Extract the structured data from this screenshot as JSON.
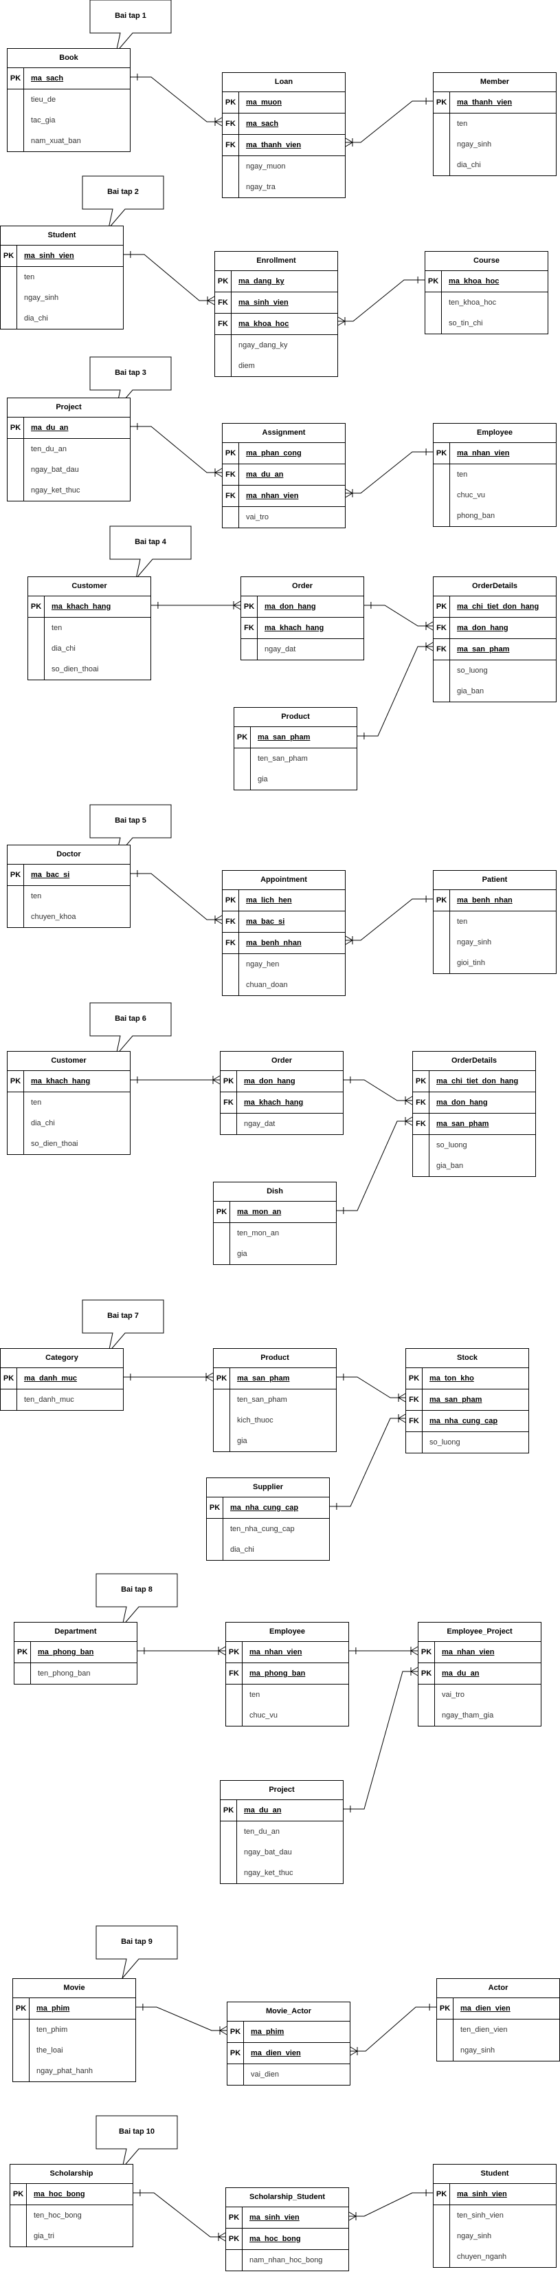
{
  "exercises": [
    {
      "label": "Bai tap 1",
      "tables": [
        {
          "name": "Book",
          "fields": [
            {
              "key": "PK",
              "name": "ma_sach"
            },
            {
              "key": "",
              "name": "tieu_de"
            },
            {
              "key": "",
              "name": "tac_gia"
            },
            {
              "key": "",
              "name": "nam_xuat_ban"
            }
          ]
        },
        {
          "name": "Loan",
          "fields": [
            {
              "key": "PK",
              "name": "ma_muon"
            },
            {
              "key": "FK",
              "name": "ma_sach"
            },
            {
              "key": "FK",
              "name": "ma_thanh_vien"
            },
            {
              "key": "",
              "name": "ngay_muon"
            },
            {
              "key": "",
              "name": "ngay_tra"
            }
          ]
        },
        {
          "name": "Member",
          "fields": [
            {
              "key": "PK",
              "name": "ma_thanh_vien"
            },
            {
              "key": "",
              "name": "ten"
            },
            {
              "key": "",
              "name": "ngay_sinh"
            },
            {
              "key": "",
              "name": "dia_chi"
            }
          ]
        }
      ]
    },
    {
      "label": "Bai tap 2",
      "tables": [
        {
          "name": "Student",
          "fields": [
            {
              "key": "PK",
              "name": "ma_sinh_vien"
            },
            {
              "key": "",
              "name": "ten"
            },
            {
              "key": "",
              "name": "ngay_sinh"
            },
            {
              "key": "",
              "name": "dia_chi"
            }
          ]
        },
        {
          "name": "Enrollment",
          "fields": [
            {
              "key": "PK",
              "name": "ma_dang_ky"
            },
            {
              "key": "FK",
              "name": "ma_sinh_vien"
            },
            {
              "key": "FK",
              "name": "ma_khoa_hoc"
            },
            {
              "key": "",
              "name": "ngay_dang_ky"
            },
            {
              "key": "",
              "name": "diem"
            }
          ]
        },
        {
          "name": "Course",
          "fields": [
            {
              "key": "PK",
              "name": "ma_khoa_hoc"
            },
            {
              "key": "",
              "name": "ten_khoa_hoc"
            },
            {
              "key": "",
              "name": "so_tin_chi"
            }
          ]
        }
      ]
    },
    {
      "label": "Bai tap 3",
      "tables": [
        {
          "name": "Project",
          "fields": [
            {
              "key": "PK",
              "name": "ma_du_an"
            },
            {
              "key": "",
              "name": "ten_du_an"
            },
            {
              "key": "",
              "name": "ngay_bat_dau"
            },
            {
              "key": "",
              "name": "ngay_ket_thuc"
            }
          ]
        },
        {
          "name": "Assignment",
          "fields": [
            {
              "key": "PK",
              "name": "ma_phan_cong"
            },
            {
              "key": "FK",
              "name": "ma_du_an"
            },
            {
              "key": "FK",
              "name": "ma_nhan_vien"
            },
            {
              "key": "",
              "name": "vai_tro"
            }
          ]
        },
        {
          "name": "Employee",
          "fields": [
            {
              "key": "PK",
              "name": "ma_nhan_vien"
            },
            {
              "key": "",
              "name": "ten"
            },
            {
              "key": "",
              "name": "chuc_vu"
            },
            {
              "key": "",
              "name": "phong_ban"
            }
          ]
        }
      ]
    },
    {
      "label": "Bai tap 4",
      "tables": [
        {
          "name": "Customer",
          "fields": [
            {
              "key": "PK",
              "name": "ma_khach_hang"
            },
            {
              "key": "",
              "name": "ten"
            },
            {
              "key": "",
              "name": "dia_chi"
            },
            {
              "key": "",
              "name": "so_dien_thoai"
            }
          ]
        },
        {
          "name": "Order",
          "fields": [
            {
              "key": "PK",
              "name": "ma_don_hang"
            },
            {
              "key": "FK",
              "name": "ma_khach_hang"
            },
            {
              "key": "",
              "name": "ngay_dat"
            }
          ]
        },
        {
          "name": "OrderDetails",
          "fields": [
            {
              "key": "PK",
              "name": "ma_chi_tiet_don_hang"
            },
            {
              "key": "FK",
              "name": "ma_don_hang"
            },
            {
              "key": "FK",
              "name": "ma_san_pham"
            },
            {
              "key": "",
              "name": "so_luong"
            },
            {
              "key": "",
              "name": "gia_ban"
            }
          ]
        },
        {
          "name": "Product",
          "fields": [
            {
              "key": "PK",
              "name": "ma_san_pham"
            },
            {
              "key": "",
              "name": "ten_san_pham"
            },
            {
              "key": "",
              "name": "gia"
            }
          ]
        }
      ]
    },
    {
      "label": "Bai tap 5",
      "tables": [
        {
          "name": "Doctor",
          "fields": [
            {
              "key": "PK",
              "name": "ma_bac_si"
            },
            {
              "key": "",
              "name": "ten"
            },
            {
              "key": "",
              "name": "chuyen_khoa"
            }
          ]
        },
        {
          "name": "Appointment",
          "fields": [
            {
              "key": "PK",
              "name": "ma_lich_hen"
            },
            {
              "key": "FK",
              "name": "ma_bac_si"
            },
            {
              "key": "FK",
              "name": "ma_benh_nhan"
            },
            {
              "key": "",
              "name": "ngay_hen"
            },
            {
              "key": "",
              "name": "chuan_doan"
            }
          ]
        },
        {
          "name": "Patient",
          "fields": [
            {
              "key": "PK",
              "name": "ma_benh_nhan"
            },
            {
              "key": "",
              "name": "ten"
            },
            {
              "key": "",
              "name": "ngay_sinh"
            },
            {
              "key": "",
              "name": "gioi_tinh"
            }
          ]
        }
      ]
    },
    {
      "label": "Bai tap 6",
      "tables": [
        {
          "name": "Customer",
          "fields": [
            {
              "key": "PK",
              "name": "ma_khach_hang"
            },
            {
              "key": "",
              "name": "ten"
            },
            {
              "key": "",
              "name": "dia_chi"
            },
            {
              "key": "",
              "name": "so_dien_thoai"
            }
          ]
        },
        {
          "name": "Order",
          "fields": [
            {
              "key": "PK",
              "name": "ma_don_hang"
            },
            {
              "key": "FK",
              "name": "ma_khach_hang"
            },
            {
              "key": "",
              "name": "ngay_dat"
            }
          ]
        },
        {
          "name": "OrderDetails",
          "fields": [
            {
              "key": "PK",
              "name": "ma_chi_tiet_don_hang"
            },
            {
              "key": "FK",
              "name": "ma_don_hang"
            },
            {
              "key": "FK",
              "name": "ma_san_pham"
            },
            {
              "key": "",
              "name": "so_luong"
            },
            {
              "key": "",
              "name": "gia_ban"
            }
          ]
        },
        {
          "name": "Dish",
          "fields": [
            {
              "key": "PK",
              "name": "ma_mon_an"
            },
            {
              "key": "",
              "name": "ten_mon_an"
            },
            {
              "key": "",
              "name": "gia"
            }
          ]
        }
      ]
    },
    {
      "label": "Bai tap 7",
      "tables": [
        {
          "name": "Category",
          "fields": [
            {
              "key": "PK",
              "name": "ma_danh_muc"
            },
            {
              "key": "",
              "name": "ten_danh_muc"
            }
          ]
        },
        {
          "name": "Product",
          "fields": [
            {
              "key": "PK",
              "name": "ma_san_pham"
            },
            {
              "key": "",
              "name": "ten_san_pham"
            },
            {
              "key": "",
              "name": "kich_thuoc"
            },
            {
              "key": "",
              "name": "gia"
            }
          ]
        },
        {
          "name": "Stock",
          "fields": [
            {
              "key": "PK",
              "name": "ma_ton_kho"
            },
            {
              "key": "FK",
              "name": "ma_san_pham"
            },
            {
              "key": "FK",
              "name": "ma_nha_cung_cap"
            },
            {
              "key": "",
              "name": "so_luong"
            }
          ]
        },
        {
          "name": "Supplier",
          "fields": [
            {
              "key": "PK",
              "name": "ma_nha_cung_cap"
            },
            {
              "key": "",
              "name": "ten_nha_cung_cap"
            },
            {
              "key": "",
              "name": "dia_chi"
            }
          ]
        }
      ]
    },
    {
      "label": "Bai tap 8",
      "tables": [
        {
          "name": "Department",
          "fields": [
            {
              "key": "PK",
              "name": "ma_phong_ban"
            },
            {
              "key": "",
              "name": "ten_phong_ban"
            }
          ]
        },
        {
          "name": "Employee",
          "fields": [
            {
              "key": "PK",
              "name": "ma_nhan_vien"
            },
            {
              "key": "FK",
              "name": "ma_phong_ban"
            },
            {
              "key": "",
              "name": "ten"
            },
            {
              "key": "",
              "name": "chuc_vu"
            }
          ]
        },
        {
          "name": "Employee_Project",
          "fields": [
            {
              "key": "PK",
              "name": "ma_nhan_vien"
            },
            {
              "key": "PK",
              "name": "ma_du_an"
            },
            {
              "key": "",
              "name": "vai_tro"
            },
            {
              "key": "",
              "name": "ngay_tham_gia"
            }
          ]
        },
        {
          "name": "Project",
          "fields": [
            {
              "key": "PK",
              "name": "ma_du_an"
            },
            {
              "key": "",
              "name": "ten_du_an"
            },
            {
              "key": "",
              "name": "ngay_bat_dau"
            },
            {
              "key": "",
              "name": "ngay_ket_thuc"
            }
          ]
        }
      ]
    },
    {
      "label": "Bai tap 9",
      "tables": [
        {
          "name": "Movie",
          "fields": [
            {
              "key": "PK",
              "name": "ma_phim"
            },
            {
              "key": "",
              "name": "ten_phim"
            },
            {
              "key": "",
              "name": "the_loai"
            },
            {
              "key": "",
              "name": "ngay_phat_hanh"
            }
          ]
        },
        {
          "name": "Movie_Actor",
          "fields": [
            {
              "key": "PK",
              "name": "ma_phim"
            },
            {
              "key": "PK",
              "name": "ma_dien_vien"
            },
            {
              "key": "",
              "name": "vai_dien"
            }
          ]
        },
        {
          "name": "Actor",
          "fields": [
            {
              "key": "PK",
              "name": "ma_dien_vien"
            },
            {
              "key": "",
              "name": "ten_dien_vien"
            },
            {
              "key": "",
              "name": "ngay_sinh"
            }
          ]
        }
      ]
    },
    {
      "label": "Bai tap 10",
      "tables": [
        {
          "name": "Scholarship",
          "fields": [
            {
              "key": "PK",
              "name": "ma_hoc_bong"
            },
            {
              "key": "",
              "name": "ten_hoc_bong"
            },
            {
              "key": "",
              "name": "gia_tri"
            }
          ]
        },
        {
          "name": "Scholarship_Student",
          "fields": [
            {
              "key": "PK",
              "name": "ma_sinh_vien"
            },
            {
              "key": "PK",
              "name": "ma_hoc_bong"
            },
            {
              "key": "",
              "name": "nam_nhan_hoc_bong"
            }
          ]
        },
        {
          "name": "Student",
          "fields": [
            {
              "key": "PK",
              "name": "ma_sinh_vien"
            },
            {
              "key": "",
              "name": "ten_sinh_vien"
            },
            {
              "key": "",
              "name": "ngay_sinh"
            },
            {
              "key": "",
              "name": "chuyen_nganh"
            }
          ]
        }
      ]
    }
  ]
}
